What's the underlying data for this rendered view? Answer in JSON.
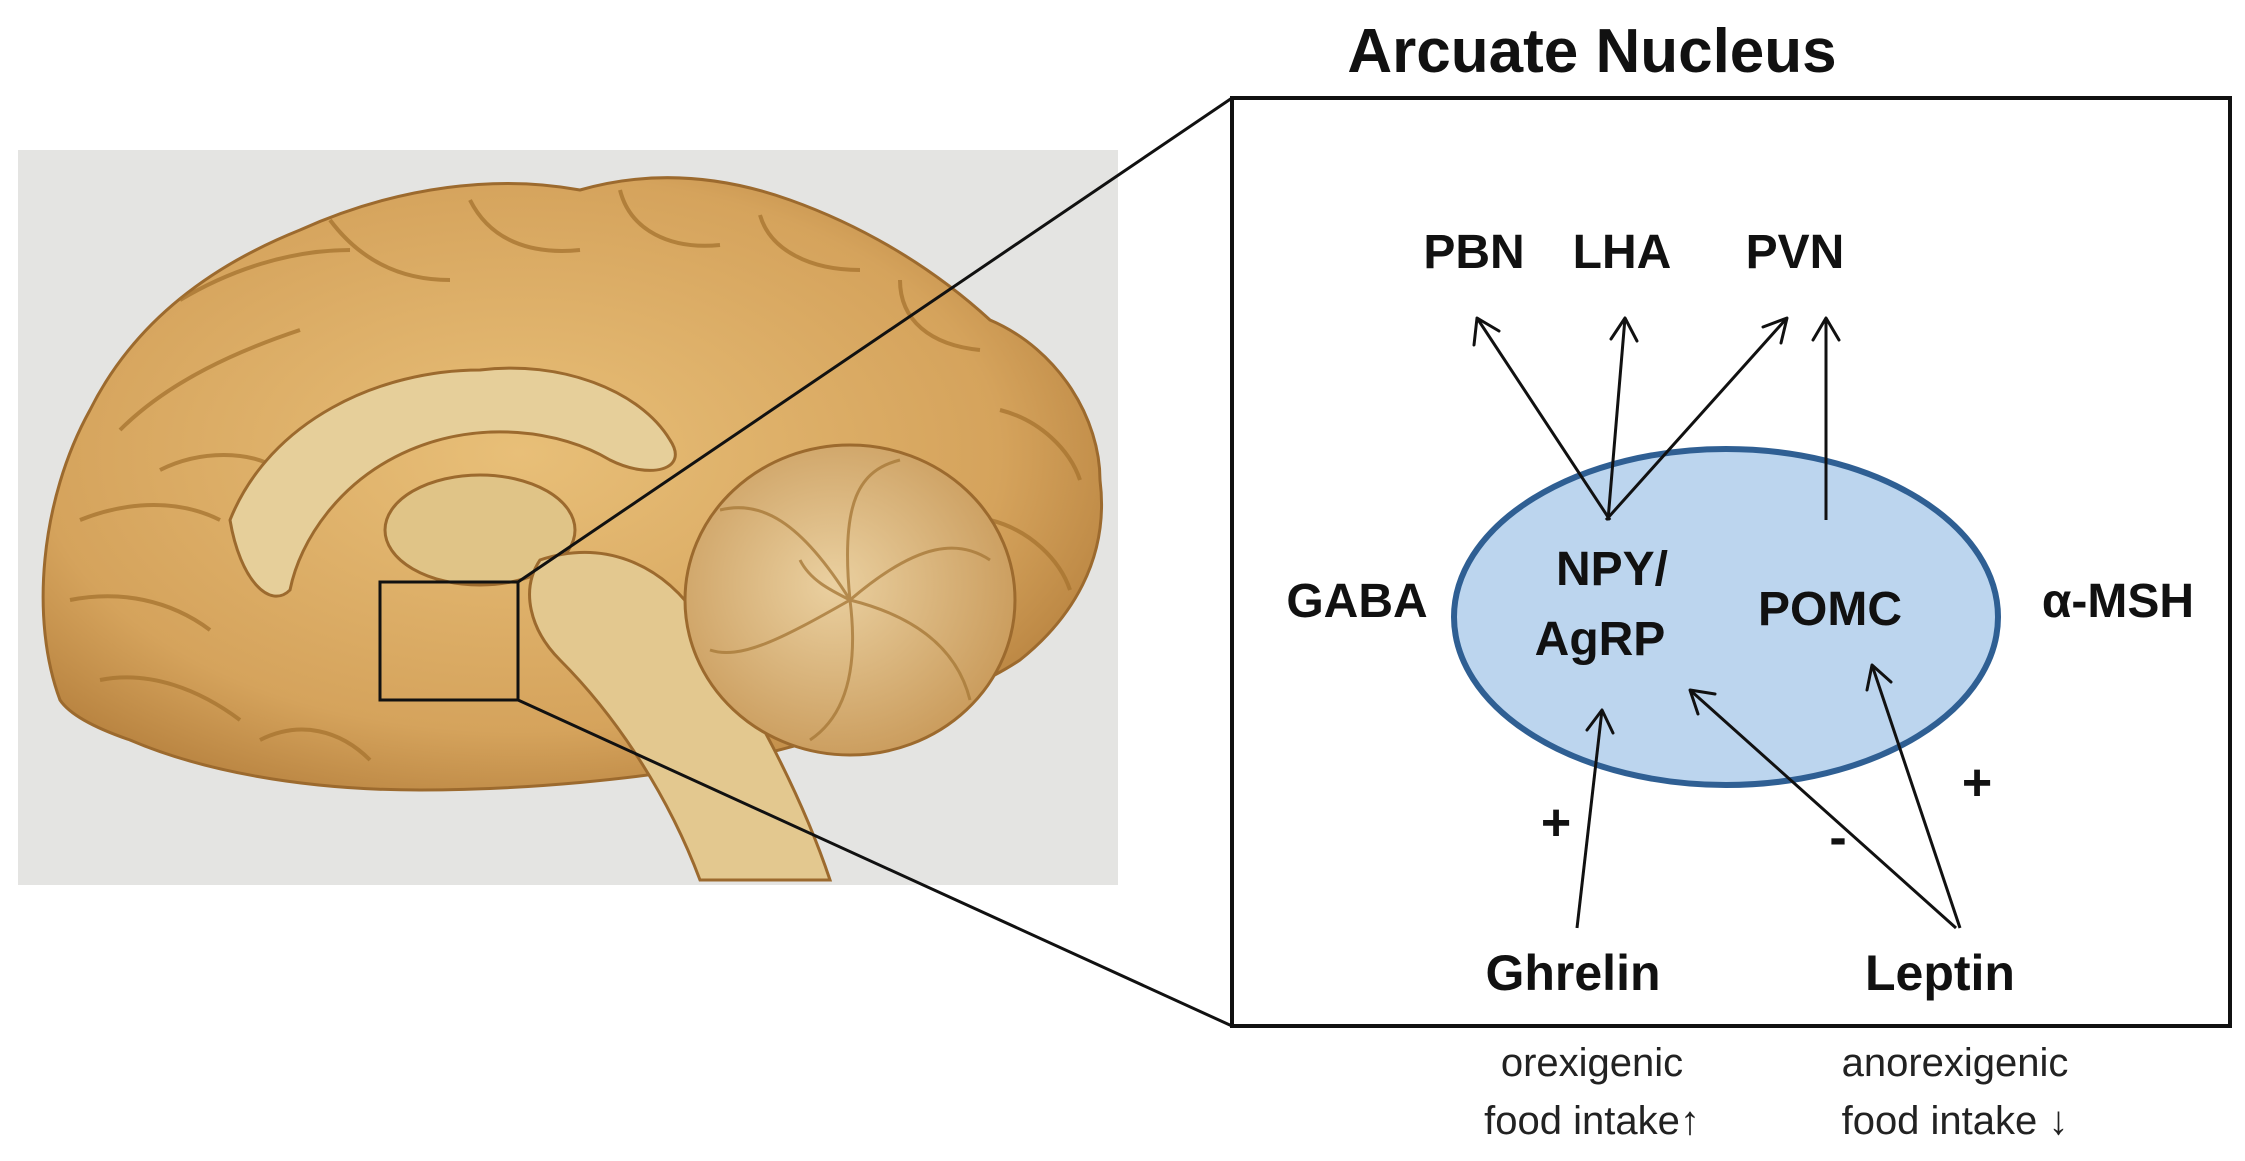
{
  "title": "Arcuate Nucleus",
  "targets": [
    "PBN",
    "LHA",
    "PVN"
  ],
  "side_labels": {
    "left": "GABA",
    "right": "α-MSH"
  },
  "neurons": {
    "npy_line1": "NPY/",
    "npy_line2": "AgRP",
    "pomc": "POMC"
  },
  "signals": {
    "ghrelin": {
      "name": "Ghrelin",
      "sign": "+",
      "caption_line1": "orexigenic",
      "caption_line2": "food intake↑"
    },
    "leptin": {
      "name": "Leptin",
      "sign_pomc": "+",
      "sign_npy": "-",
      "caption_line1": "anorexigenic",
      "caption_line2": "food intake ↓"
    }
  },
  "colors": {
    "nucleus_fill": "#bcd5ee",
    "nucleus_stroke": "#2f5f93",
    "stroke": "#111111",
    "photo_bg": "#e4e4e2",
    "brain": "#d5a35c"
  }
}
